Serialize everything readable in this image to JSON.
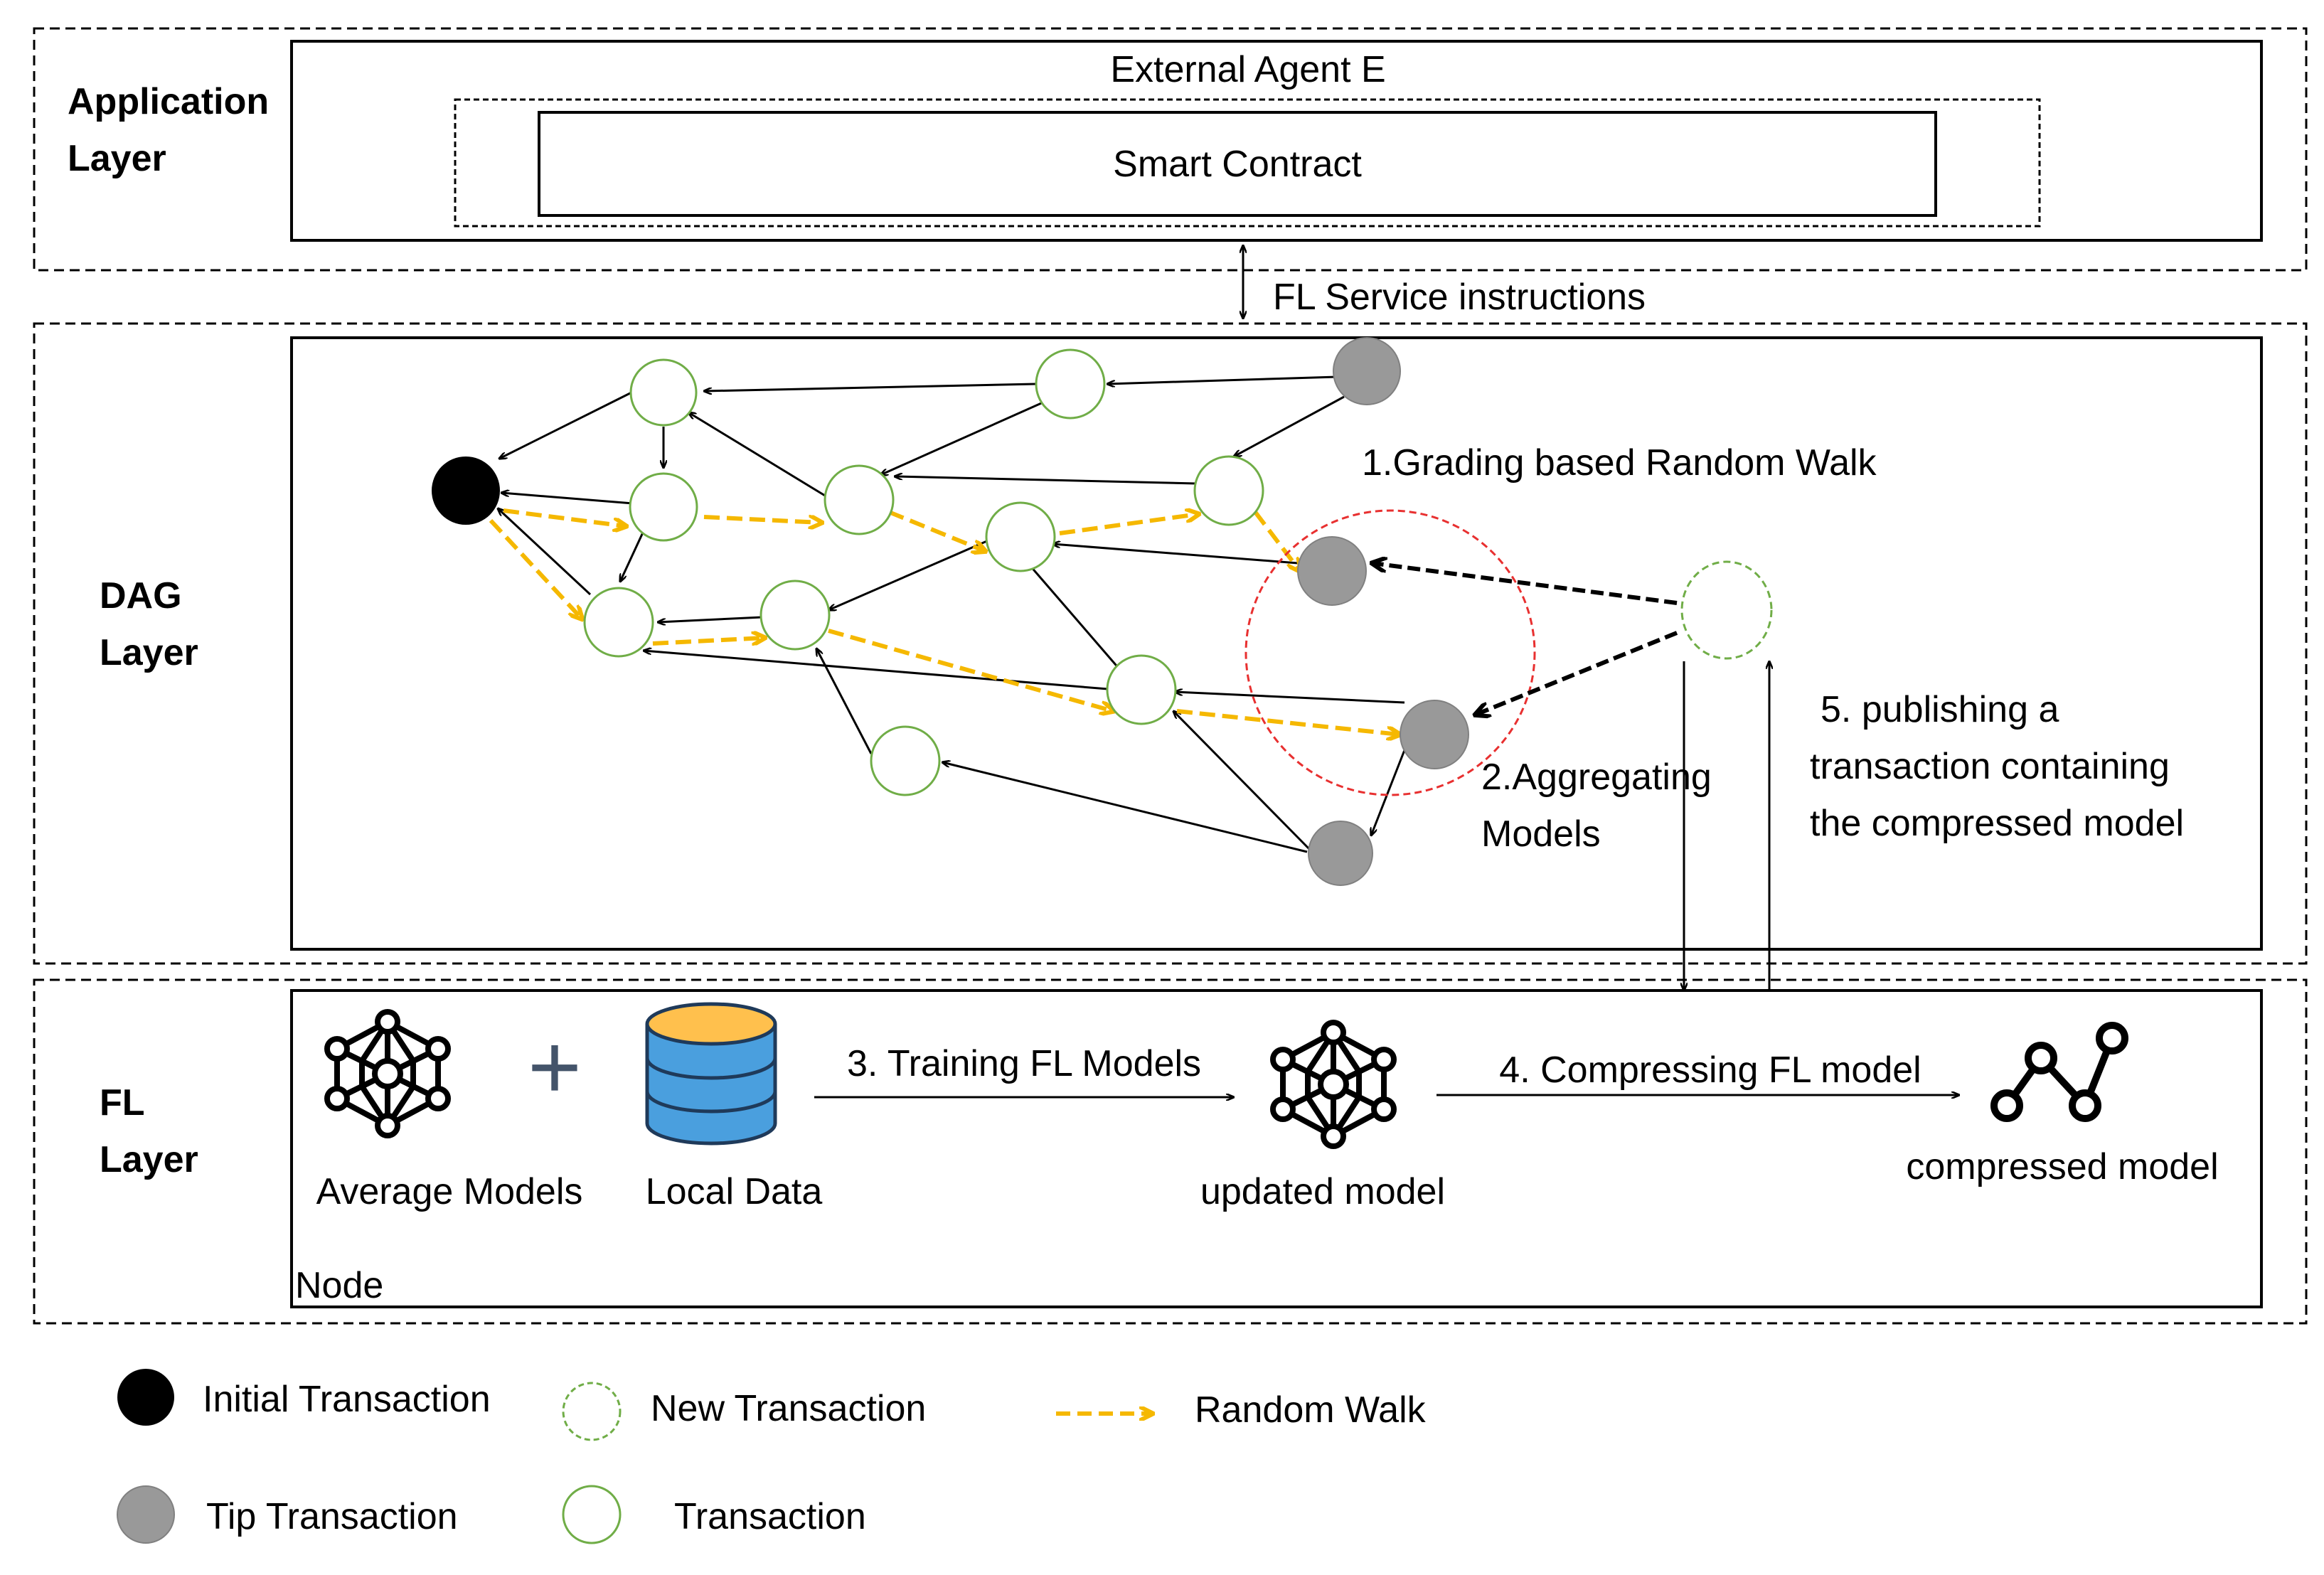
{
  "layers": {
    "application": {
      "label_line1": "Application",
      "label_line2": "Layer"
    },
    "dag": {
      "label_line1": "DAG",
      "label_line2": "Layer"
    },
    "fl": {
      "label_line1": "FL",
      "label_line2": "Layer"
    }
  },
  "application": {
    "external_agent": "External Agent E",
    "smart_contract": "Smart Contract"
  },
  "fl_service": "FL Service instructions",
  "steps": {
    "step1": "1.Grading based Random Walk",
    "step2_line1": "2.Aggregating",
    "step2_line2": "Models",
    "step3": "3. Training FL Models",
    "step4": "4.  Compressing FL model",
    "step5_line1": "5. publishing a",
    "step5_line2": "transaction containing",
    "step5_line3": "the compressed model"
  },
  "fl_layer": {
    "average_models": "Average Models",
    "plus": "+",
    "local_data": "Local Data",
    "updated_model": "updated model",
    "compressed_model": "compressed model",
    "node": "Node"
  },
  "legend": {
    "initial": "Initial Transaction",
    "new": "New  Transaction",
    "random_walk": "Random Walk",
    "tip": "Tip Transaction",
    "transaction": "Transaction"
  },
  "colors": {
    "transaction_stroke": "#70ad47",
    "tip_fill": "#999999",
    "initial_fill": "#000000",
    "random_walk": "#f5b800",
    "grading_circle": "#e83030",
    "database_top": "#ffc04d",
    "database_body": "#4a9fde",
    "plus": "#44546a"
  },
  "icons": {
    "average_models": "neural-network-icon",
    "local_data": "database-icon",
    "updated_model": "neural-network-icon",
    "compressed_model": "graph-line-icon"
  }
}
